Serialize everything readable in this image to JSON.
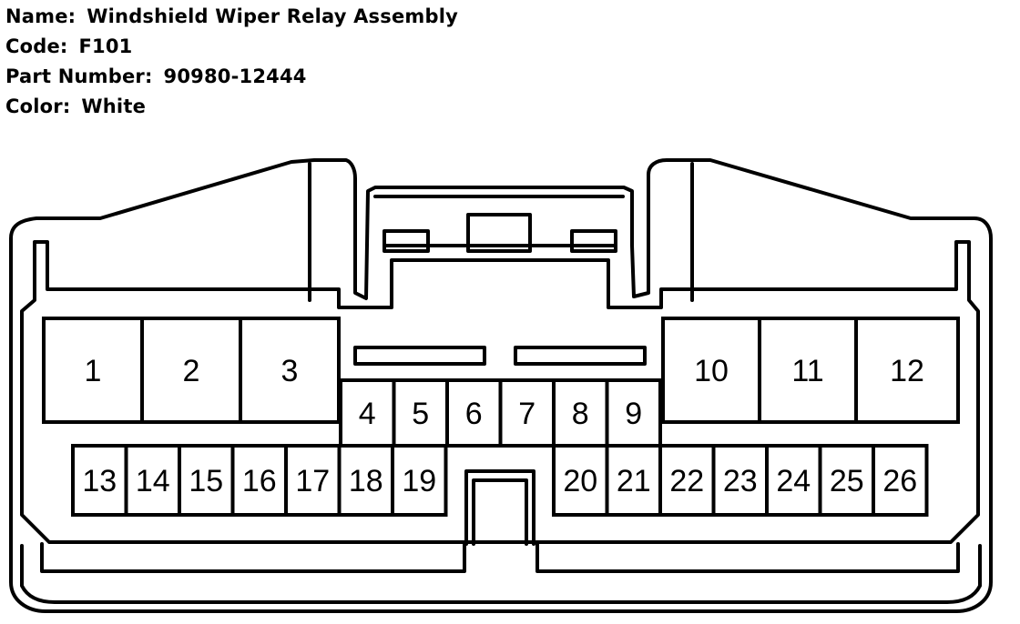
{
  "info": {
    "name_label": "Name:",
    "name_value": "Windshield Wiper Relay Assembly",
    "code_label": "Code:",
    "code_value": "F101",
    "part_label": "Part Number:",
    "part_value": "90980-12444",
    "color_label": "Color:",
    "color_value": "White"
  },
  "connector": {
    "stroke_color": "#000000",
    "fill_color": "#ffffff",
    "pins": [
      {
        "label": "1"
      },
      {
        "label": "2"
      },
      {
        "label": "3"
      },
      {
        "label": "4"
      },
      {
        "label": "5"
      },
      {
        "label": "6"
      },
      {
        "label": "7"
      },
      {
        "label": "8"
      },
      {
        "label": "9"
      },
      {
        "label": "10"
      },
      {
        "label": "11"
      },
      {
        "label": "12"
      },
      {
        "label": "13"
      },
      {
        "label": "14"
      },
      {
        "label": "15"
      },
      {
        "label": "16"
      },
      {
        "label": "17"
      },
      {
        "label": "18"
      },
      {
        "label": "19"
      },
      {
        "label": "20"
      },
      {
        "label": "21"
      },
      {
        "label": "22"
      },
      {
        "label": "23"
      },
      {
        "label": "24"
      },
      {
        "label": "25"
      },
      {
        "label": "26"
      }
    ]
  }
}
